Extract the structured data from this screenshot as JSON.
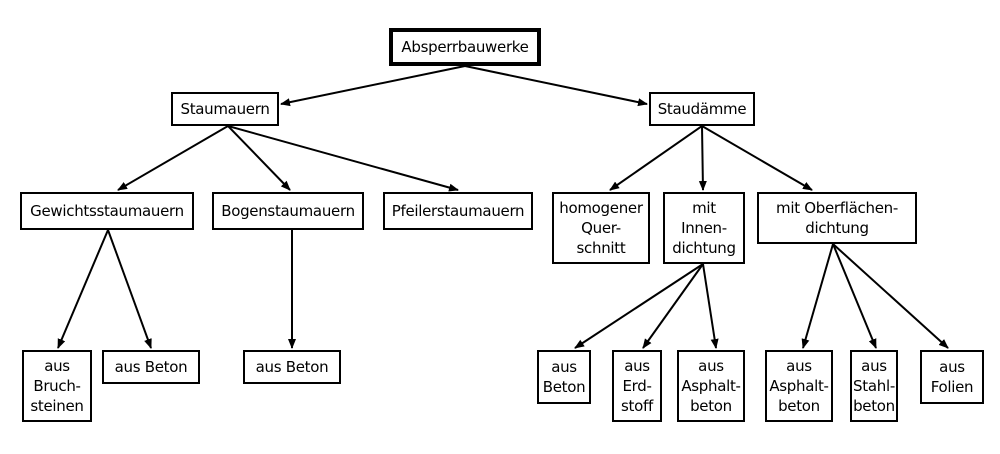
{
  "diagram": {
    "title": "Absperrbauwerke",
    "nodes": [
      {
        "id": "root",
        "label": "Absperrbauwerke"
      },
      {
        "id": "staumauern",
        "label": "Staumauern"
      },
      {
        "id": "staudaemme",
        "label": "Staudämme"
      },
      {
        "id": "gewicht",
        "label": "Gewichtsstaumauern"
      },
      {
        "id": "bogen",
        "label": "Bogenstaumauern"
      },
      {
        "id": "pfeiler",
        "label": "Pfeilerstaumauern"
      },
      {
        "id": "homogen",
        "label": "homogener\nQuer-\nschnitt"
      },
      {
        "id": "innen",
        "label": "mit\nInnen-\ndichtung"
      },
      {
        "id": "oberfl",
        "label": "mit Oberflächen-\ndichtung"
      },
      {
        "id": "g_bruch",
        "label": "aus\nBruch-\nsteinen"
      },
      {
        "id": "g_beton",
        "label": "aus Beton"
      },
      {
        "id": "b_beton",
        "label": "aus Beton"
      },
      {
        "id": "i_beton",
        "label": "aus\nBeton"
      },
      {
        "id": "i_erd",
        "label": "aus\nErd-\nstoff"
      },
      {
        "id": "i_asph",
        "label": "aus\nAsphalt-\nbeton"
      },
      {
        "id": "o_asph",
        "label": "aus\nAsphalt-\nbeton"
      },
      {
        "id": "o_stahl",
        "label": "aus\nStahl-\nbeton"
      },
      {
        "id": "o_folien",
        "label": "aus\nFolien"
      }
    ],
    "edges": [
      [
        "root",
        "staumauern"
      ],
      [
        "root",
        "staudaemme"
      ],
      [
        "staumauern",
        "gewicht"
      ],
      [
        "staumauern",
        "bogen"
      ],
      [
        "staumauern",
        "pfeiler"
      ],
      [
        "staudaemme",
        "homogen"
      ],
      [
        "staudaemme",
        "innen"
      ],
      [
        "staudaemme",
        "oberfl"
      ],
      [
        "gewicht",
        "g_bruch"
      ],
      [
        "gewicht",
        "g_beton"
      ],
      [
        "bogen",
        "b_beton"
      ],
      [
        "innen",
        "i_beton"
      ],
      [
        "innen",
        "i_erd"
      ],
      [
        "innen",
        "i_asph"
      ],
      [
        "oberfl",
        "o_asph"
      ],
      [
        "oberfl",
        "o_stahl"
      ],
      [
        "oberfl",
        "o_folien"
      ]
    ]
  }
}
